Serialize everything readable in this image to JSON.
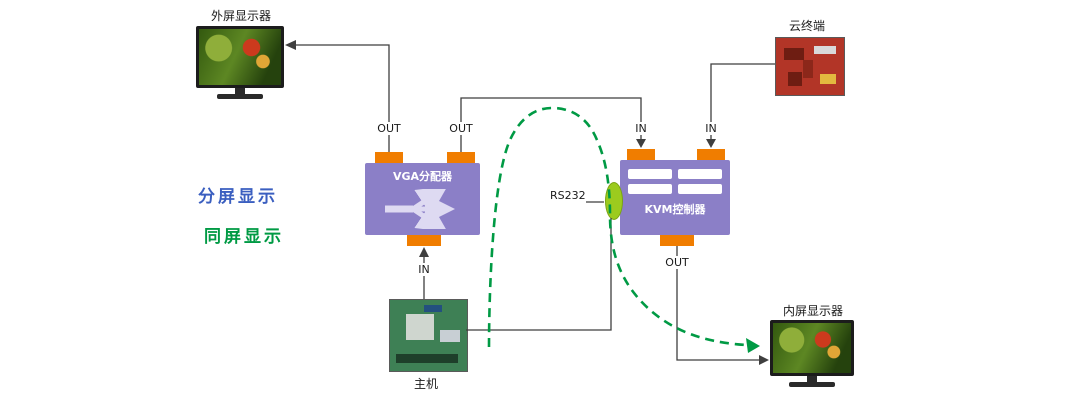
{
  "diagram": {
    "labels": {
      "external_monitor": "外屏显示器",
      "cloud_terminal": "云终端",
      "split_screen": "分屏显示",
      "same_screen": "同屏显示",
      "vga_splitter": "VGA分配器",
      "kvm_controller": "KVM控制器",
      "rs232": "RS232",
      "host": "主机",
      "internal_monitor": "内屏显示器"
    },
    "ports": {
      "vga_out_left": "OUT",
      "vga_out_right": "OUT",
      "vga_in_bottom": "IN",
      "kvm_in_left": "IN",
      "kvm_in_right": "IN",
      "kvm_out_bottom": "OUT"
    },
    "colors": {
      "device_box": "#8B7FC7",
      "connector": "#F07D00",
      "rs232_port": "#9CCB1E",
      "split_screen_text": "#3B5FC0",
      "same_screen_text": "#009A44",
      "dashed_path": "#009A44",
      "solid_line": "#3f3f3f"
    }
  }
}
